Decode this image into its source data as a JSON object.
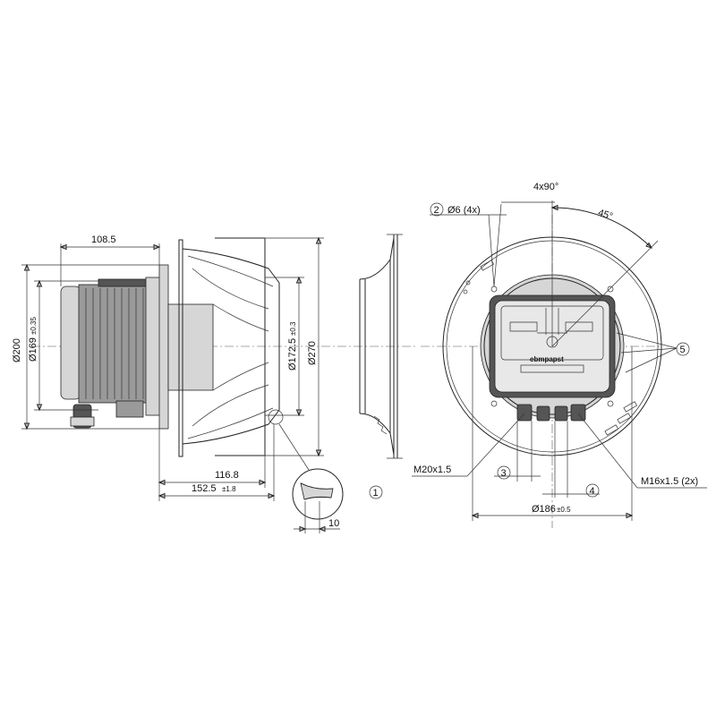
{
  "dimensions": {
    "d108": "108.5",
    "d200": "Ø200",
    "d169": "Ø169",
    "d169tol": "±0.35",
    "d1725": "Ø172.5",
    "d1725tol": "±0.3",
    "d270": "Ø270",
    "d1168": "116.8",
    "d1525": "152.5",
    "d1525tol": "±1.8",
    "d10": "10",
    "d4x90": "4x90°",
    "d45": "45°",
    "d6": "Ø6 (4x)",
    "dM20": "M20x1.5",
    "dM16": "M16x1.5 (2x)",
    "d186": "Ø186",
    "d186tol": "±0.5"
  },
  "callouts": {
    "c1": "1",
    "c2": "2",
    "c3": "3",
    "c4": "4",
    "c5": "5"
  },
  "brand_text": "ebmpapst",
  "colors": {
    "line": "#222222",
    "motor_fill": "#9a9a9a",
    "light_fill": "#d6d6d6"
  }
}
